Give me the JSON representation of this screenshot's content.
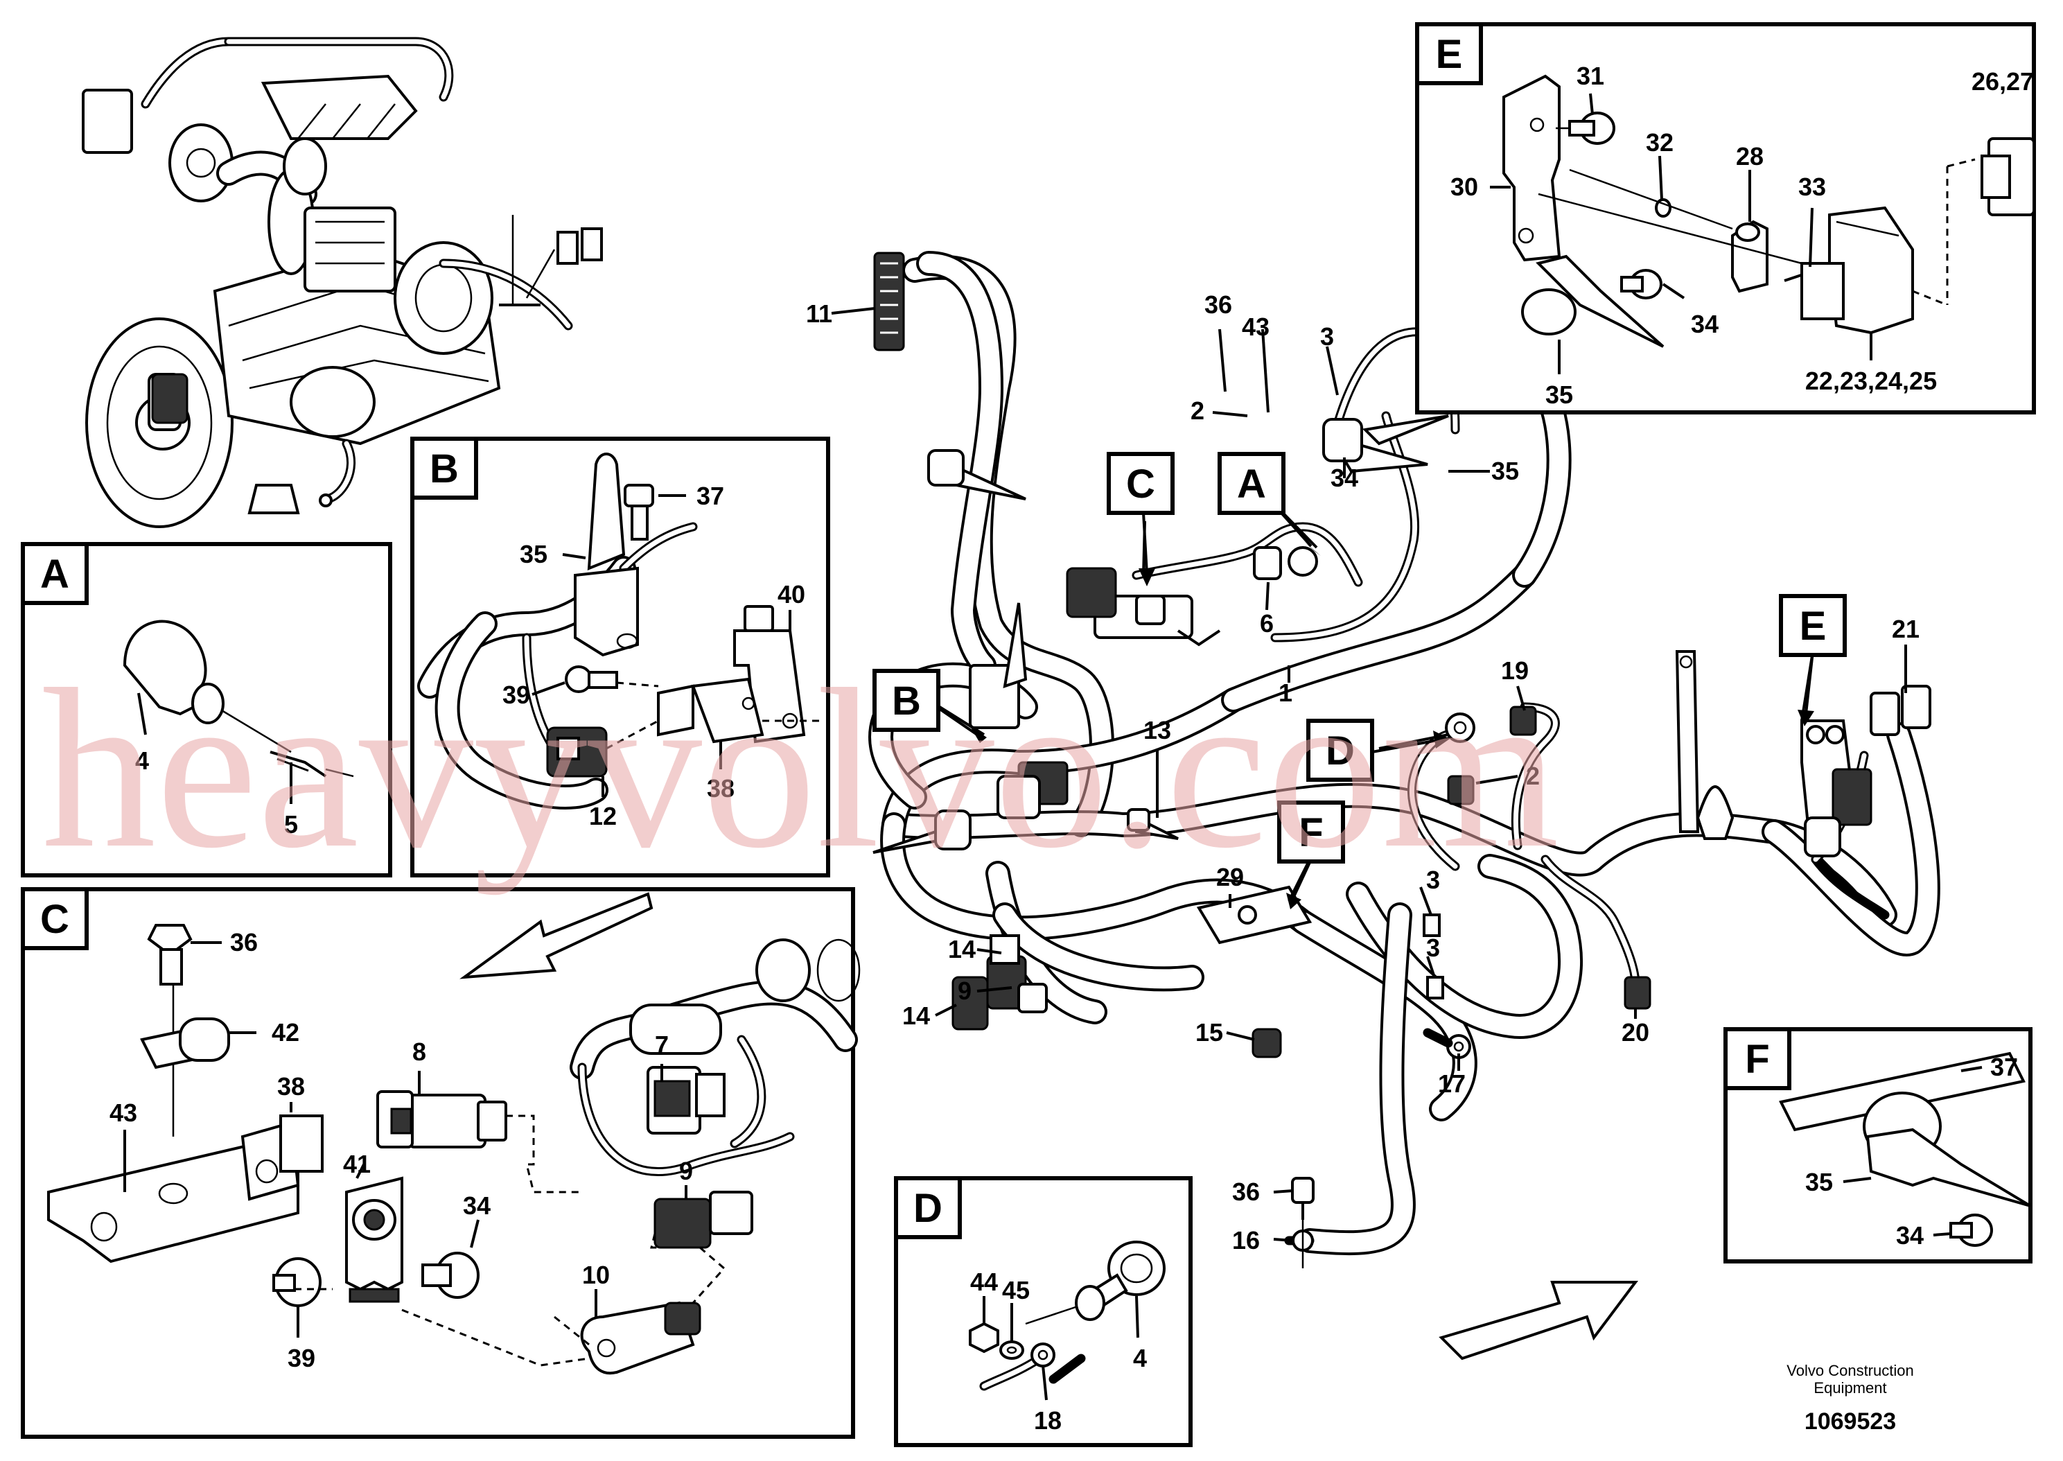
{
  "figure": {
    "credit_line1": "Volvo Construction",
    "credit_line2": "Equipment",
    "figure_number": "1069523",
    "watermark": "heavyvolvo.com"
  },
  "detail_letters": [
    "A",
    "B",
    "C",
    "D",
    "E",
    "F"
  ],
  "panels": {
    "A": {
      "letter": "A",
      "labels": [
        "4",
        "5"
      ]
    },
    "B": {
      "letter": "B",
      "labels": [
        "37",
        "35",
        "40",
        "39",
        "12",
        "38"
      ]
    },
    "C": {
      "letter": "C",
      "labels": [
        "36",
        "42",
        "8",
        "38",
        "43",
        "7",
        "41",
        "34",
        "9",
        "10",
        "39"
      ]
    },
    "D": {
      "letter": "D",
      "labels": [
        "44",
        "45",
        "4",
        "18"
      ]
    },
    "E": {
      "letter": "E",
      "labels": [
        "31",
        "26,27",
        "32",
        "28",
        "33",
        "30",
        "34",
        "35",
        "22,23,24,25"
      ]
    },
    "F": {
      "letter": "F",
      "labels": [
        "37",
        "35",
        "34"
      ]
    }
  },
  "main_labels": [
    "11",
    "36",
    "43",
    "3",
    "2",
    "35",
    "34",
    "C",
    "A",
    "6",
    "1",
    "B",
    "13",
    "D",
    "19",
    "2",
    "E",
    "21",
    "F",
    "29",
    "3",
    "14",
    "9",
    "14",
    "3",
    "15",
    "17",
    "20",
    "36",
    "16"
  ]
}
